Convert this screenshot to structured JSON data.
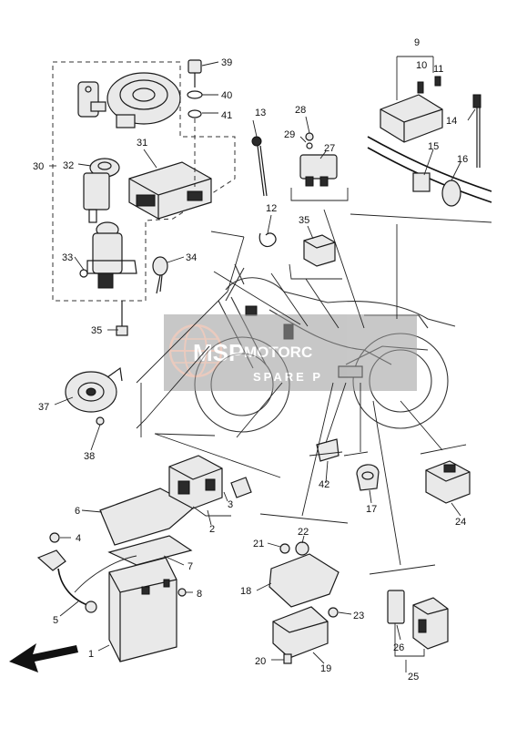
{
  "watermark": {
    "logo_text": "MSP",
    "brand_line1": "MOTORC",
    "brand_line2": "SPARE P",
    "band_color": "#9a9a9a",
    "logo_color": "#d9a08a"
  },
  "labels": {
    "p1": "1",
    "p2": "2",
    "p3": "3",
    "p4": "4",
    "p5": "5",
    "p6": "6",
    "p7": "7",
    "p8": "8",
    "p9": "9",
    "p10": "10",
    "p11": "11",
    "p12": "12",
    "p13": "13",
    "p14": "14",
    "p15": "15",
    "p16": "16",
    "p17": "17",
    "p19": "19",
    "p18": "18",
    "p20": "20",
    "p21": "21",
    "p22": "22",
    "p23": "23",
    "p24": "24",
    "p25": "25",
    "p26": "26",
    "p27": "27",
    "p28": "28",
    "p29": "29",
    "p30": "30",
    "p31": "31",
    "p32": "32",
    "p33": "33",
    "p34": "34",
    "p35a": "35",
    "p35b": "35",
    "p37": "37",
    "p38": "38",
    "p39": "39",
    "p40": "40",
    "p41": "41",
    "p42": "42"
  },
  "icons": {
    "direction_arrow": "front-direction-arrow-icon"
  }
}
